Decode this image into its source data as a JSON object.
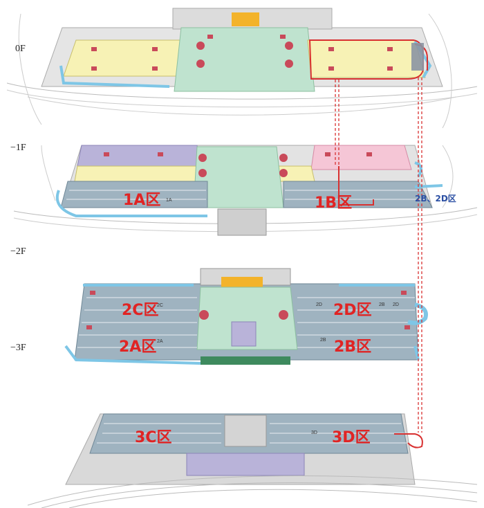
{
  "floors": [
    {
      "label": "0F"
    },
    {
      "label": "−1F"
    },
    {
      "label": "−2F"
    },
    {
      "label": "−3F"
    }
  ],
  "zones": {
    "z1A": "1A区",
    "z1B": "1B区",
    "z2C": "2C区",
    "z2D": "2D区",
    "z2A": "2A区",
    "z2B": "2B区",
    "z3C": "3C区",
    "z3D": "3D区"
  },
  "side_note": "2B、2D区",
  "small_tags": {
    "t1A": "1A",
    "t2C": "2C",
    "t2A": "2A",
    "t2D": "2D",
    "t2B_l": "2B",
    "t2B_r": "2B",
    "t2D_r": "2D",
    "t3D": "3D"
  },
  "colors": {
    "parking": "#9fb3c0",
    "concourse": "#bfe3cf",
    "waiting": "#f7f2b5",
    "office": "#f5c6d6",
    "service": "#b9b3d9",
    "water": "#7ec6e6",
    "route": "#d83030",
    "zone_text": "#e02424"
  }
}
